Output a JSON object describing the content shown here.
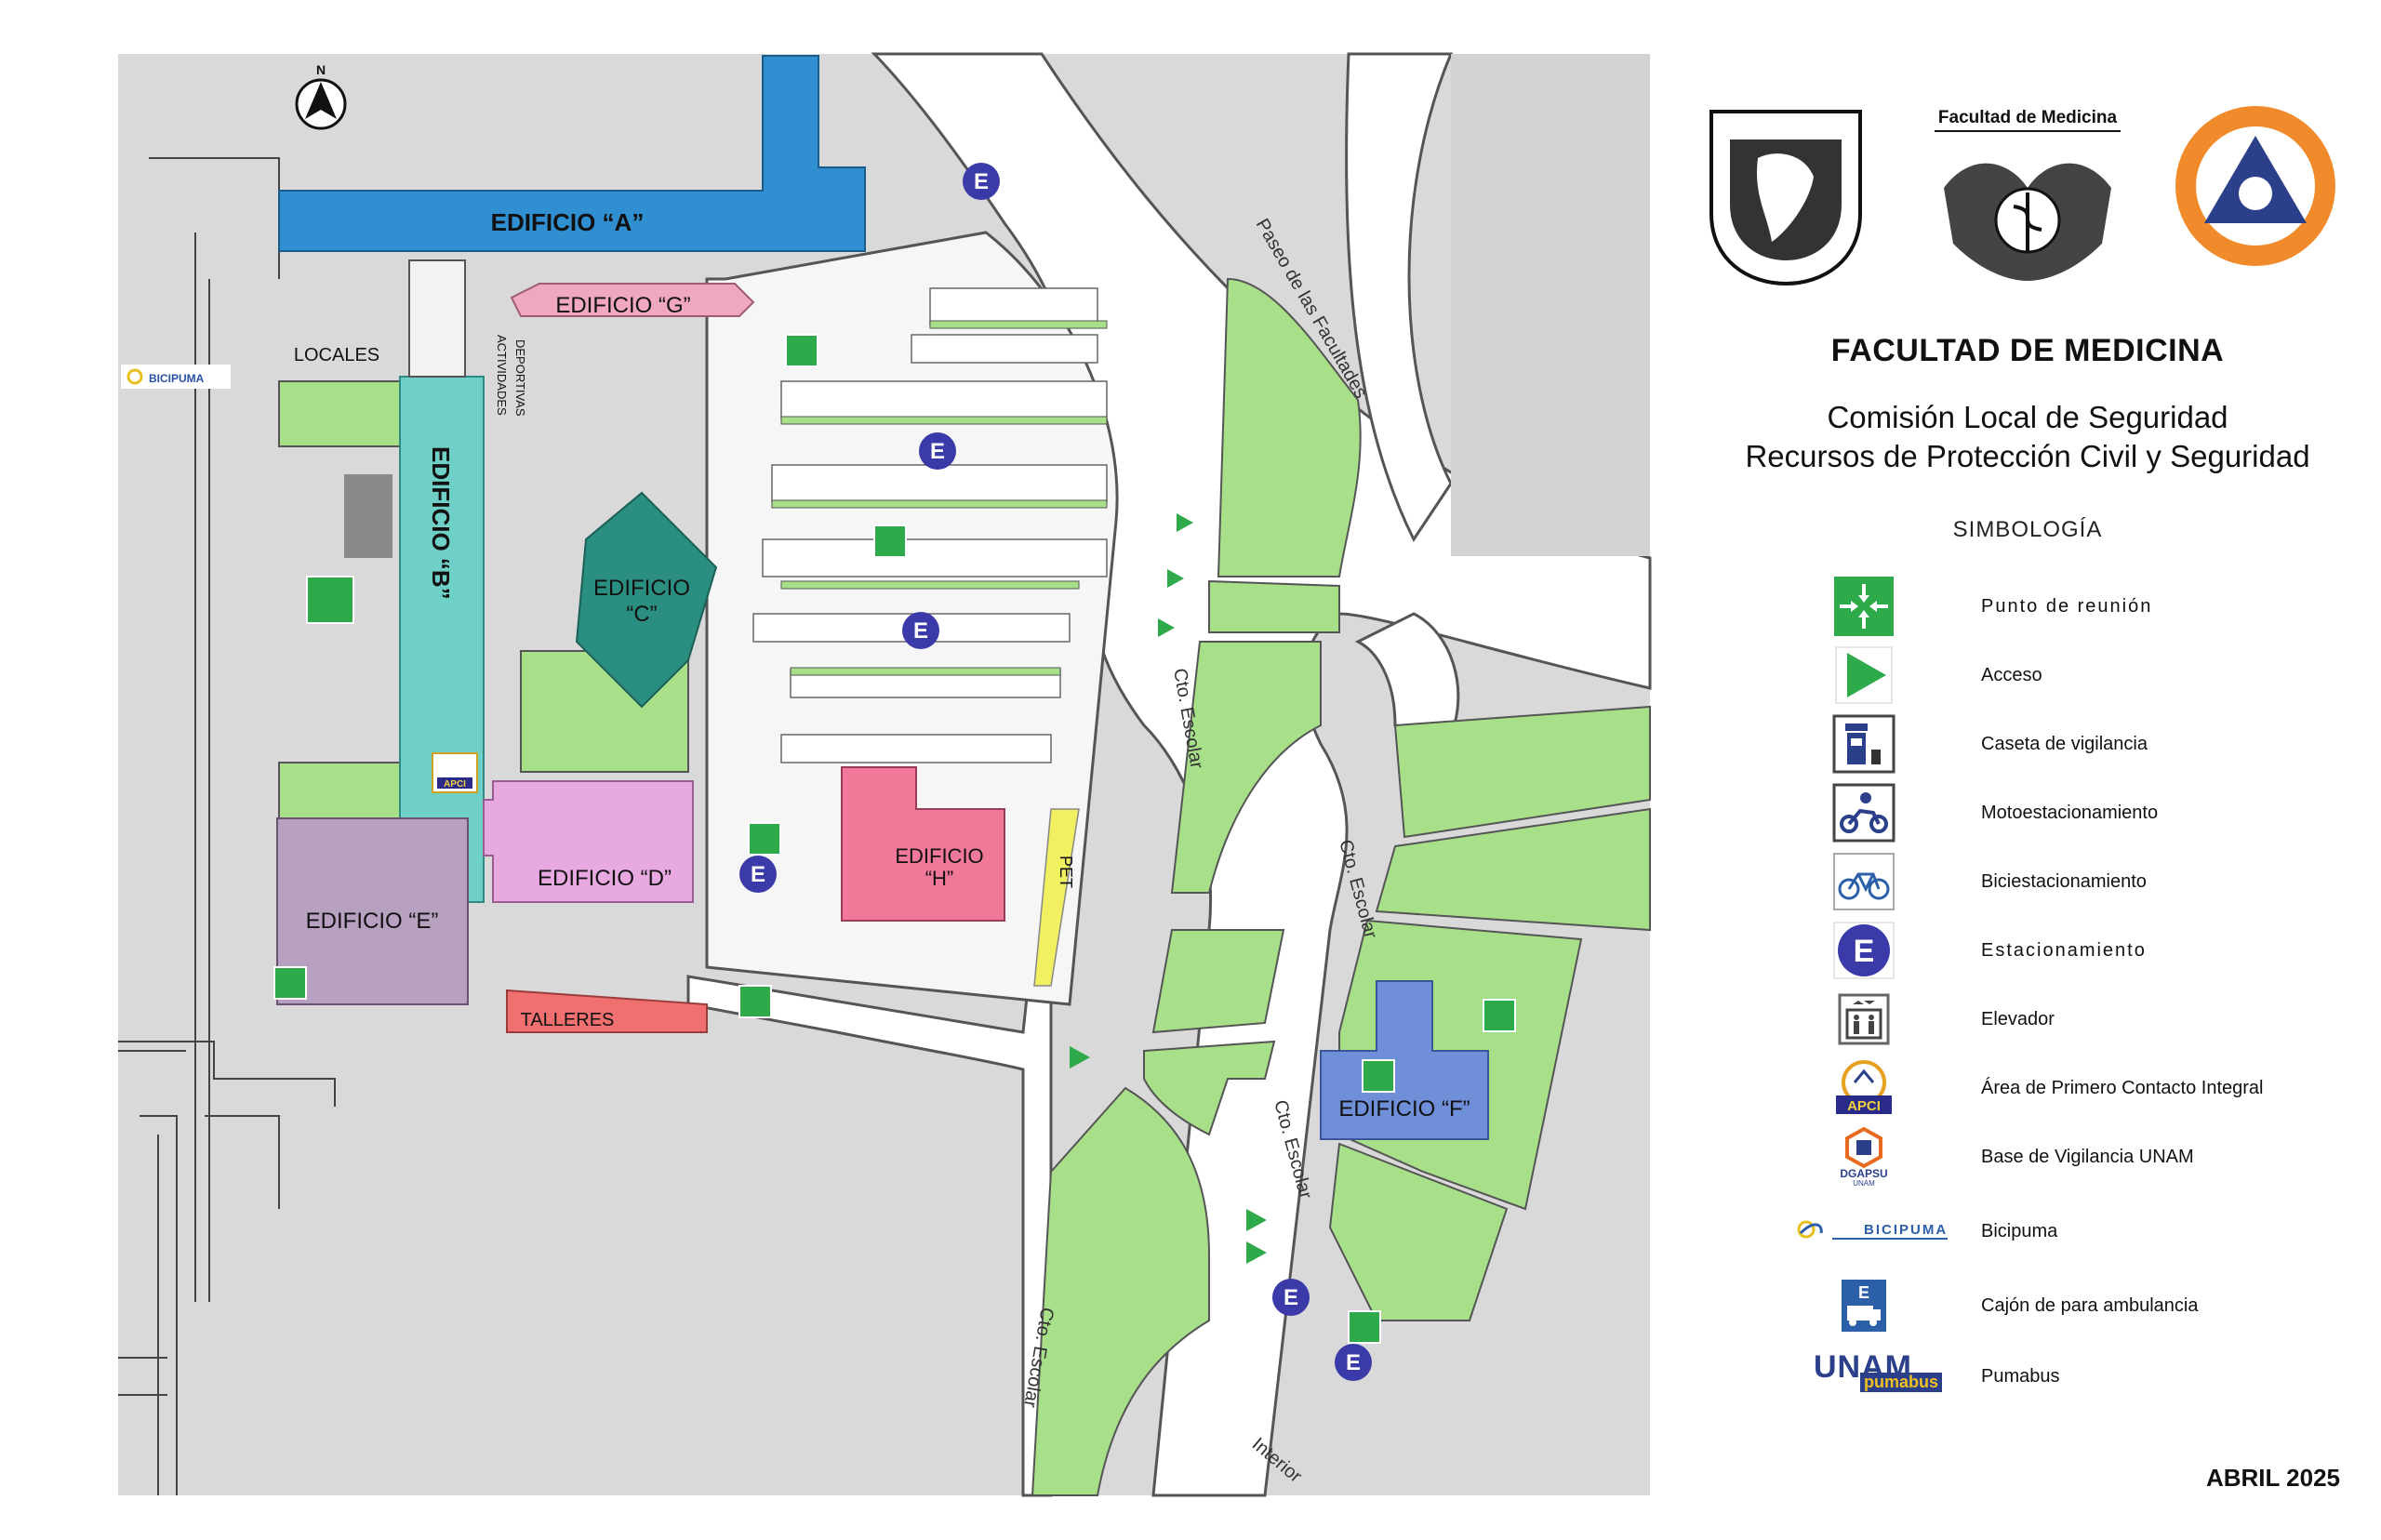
{
  "map": {
    "north": "N",
    "buildings": {
      "a": "EDIFICIO “A”",
      "b": "EDIFICIO “B”",
      "c1": "EDIFICIO",
      "c2": "“C”",
      "d": "EDIFICIO “D”",
      "e": "EDIFICIO “E”",
      "f": "EDIFICIO “F”",
      "g": "EDIFICIO “G”",
      "h1": "EDIFICIO",
      "h2": "“H”"
    },
    "labels": {
      "locales": "LOCALES",
      "actividades1": "ACTIVIDADES",
      "actividades2": "DEPORTIVAS",
      "talleres": "TALLERES",
      "pet": "PET",
      "bicipuma": "BICIPUMA",
      "apci": "APCI",
      "parking": "E"
    },
    "streets": {
      "paseo": "Paseo de las Facultades",
      "cto1": "Cto. Escolar",
      "cto2": "Cto. Escolar",
      "cto3": "Cto. Escolar",
      "cto4": "Cto. Escolar",
      "interior": "Interior"
    }
  },
  "header": {
    "faculty_logo_text": "Facultad de Medicina",
    "title": "FACULTAD DE MEDICINA",
    "subtitle1": "Comisión Local de Seguridad",
    "subtitle2": "Recursos de Protección Civil y Seguridad"
  },
  "legend": {
    "heading": "SIMBOLOGÍA",
    "items": [
      {
        "label": "Punto de reunión",
        "icon": "assembly-point-icon"
      },
      {
        "label": "Acceso",
        "icon": "access-arrow-icon"
      },
      {
        "label": "Caseta de vigilancia",
        "icon": "guard-booth-icon"
      },
      {
        "label": "Motoestacionamiento",
        "icon": "motorcycle-parking-icon"
      },
      {
        "label": "Biciestacionamiento",
        "icon": "bicycle-parking-icon"
      },
      {
        "label": "Estacionamiento",
        "icon": "parking-icon"
      },
      {
        "label": "Elevador",
        "icon": "elevator-icon"
      },
      {
        "label": "Área de Primero Contacto Integral",
        "icon": "apci-icon"
      },
      {
        "label": "Base de Vigilancia UNAM",
        "icon": "dgapsu-icon"
      },
      {
        "label": "Bicipuma",
        "icon": "bicipuma-icon"
      },
      {
        "label": "Cajón de para ambulancia",
        "icon": "ambulance-spot-icon"
      },
      {
        "label": "Pumabus",
        "icon": "pumabus-icon"
      }
    ]
  },
  "legend_text": {
    "apci": "APCI",
    "dgapsu": "DGAPSU",
    "unam": "UNAM",
    "bicipuma": "BICIPUMA",
    "pumabus_unam": "UNAM",
    "pumabus": "pumabus",
    "parking": "E"
  },
  "colors": {
    "building_a": "#2f8fd0",
    "building_b": "#6fd0c8",
    "building_c": "#2a8f80",
    "building_d": "#e8a8e0",
    "building_e": "#b8a0c0",
    "building_f": "#6f8fd8",
    "building_g": "#f0a8c0",
    "building_h": "#f07898",
    "green_area": "#a8e08a",
    "assembly_green": "#2eaa4a",
    "parking_blue": "#3a3aa8"
  },
  "date": "ABRIL 2025"
}
